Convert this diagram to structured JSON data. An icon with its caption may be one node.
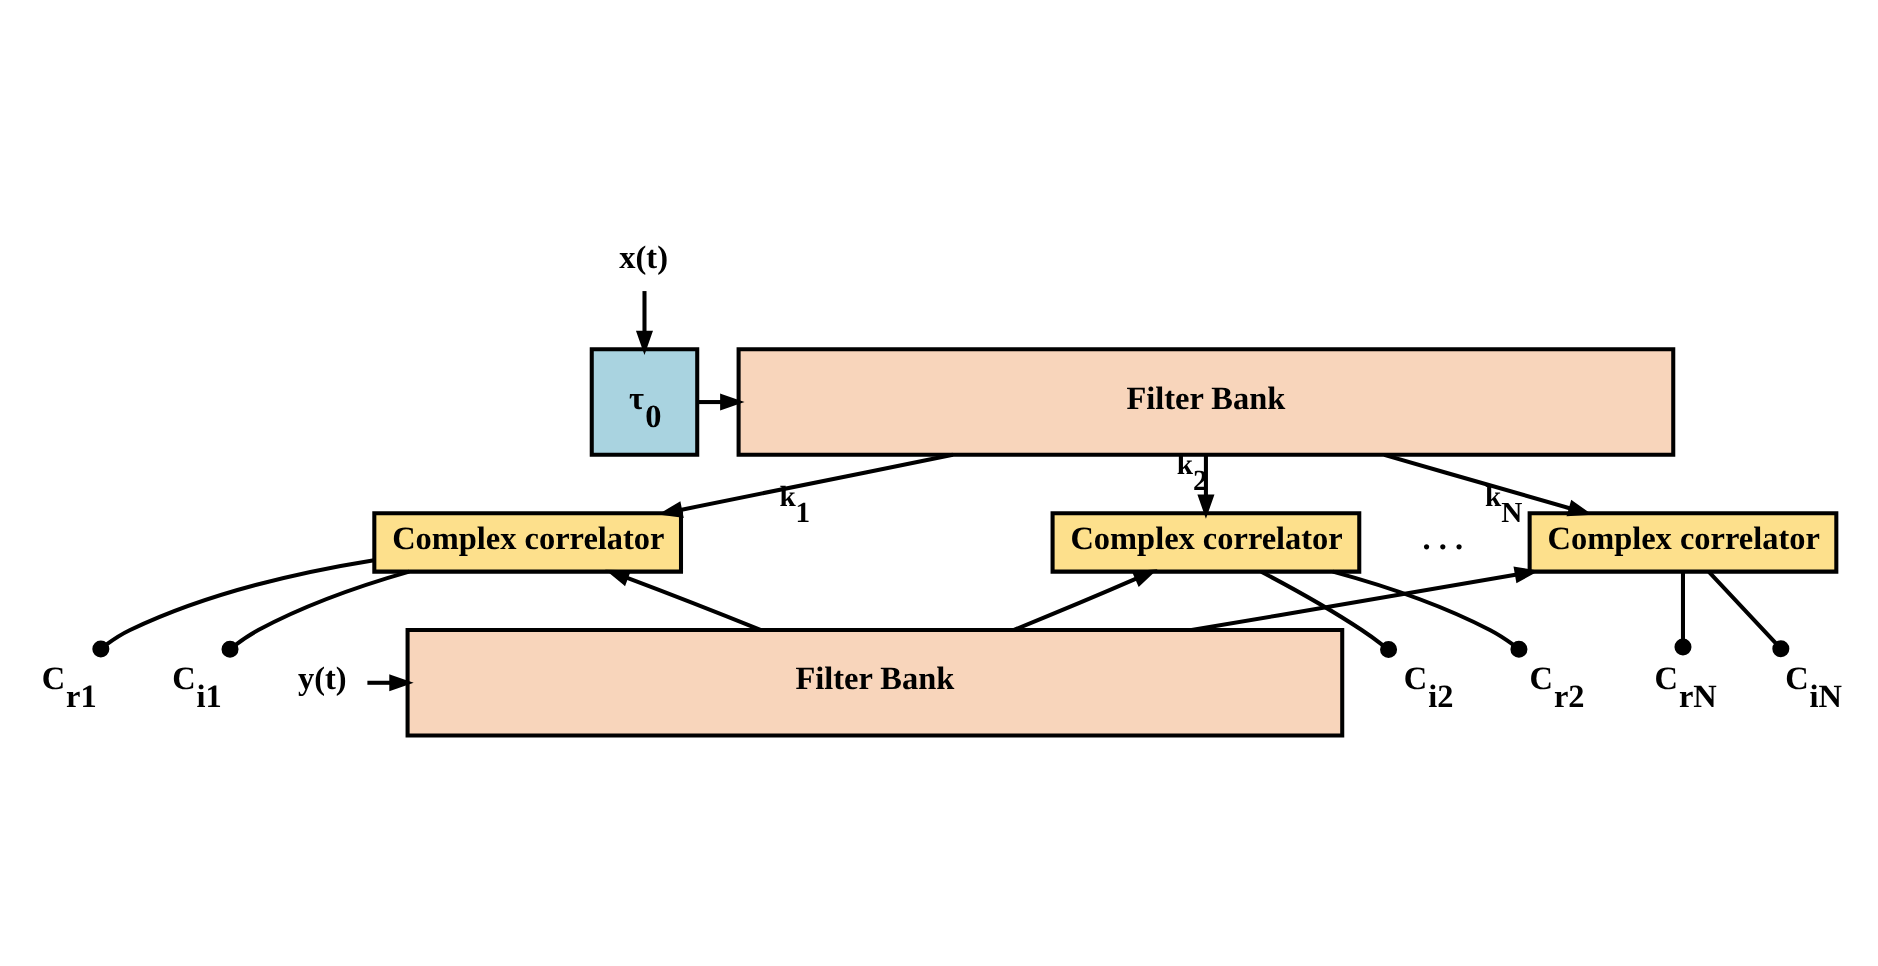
{
  "diagram": {
    "nodes": [
      {
        "text": [
          "x(t)"
        ]
      },
      {
        "text": [
          "τ$_{0}$"
        ]
      },
      {
        "text": [
          "Filter Bank"
        ]
      },
      {
        "text": [
          "Complex correlator"
        ]
      },
      {
        "text": [
          "Complex correlator"
        ]
      },
      {
        "text": [
          "Complex correlator"
        ]
      },
      {
        "text": [
          "Filter Bank"
        ]
      },
      {
        "text": [
          "y(t)"
        ]
      },
      {
        "text": [
          "C$_{r1}$"
        ]
      },
      {
        "text": [
          "C$_{i1}$"
        ]
      },
      {
        "text": [
          "C$_{r2}$"
        ]
      },
      {
        "text": [
          "C$_{i2}$"
        ]
      },
      {
        "text": [
          "C$_{rN}$"
        ]
      },
      {
        "text": [
          "C$_{iN}$"
        ]
      }
    ],
    "edges": [
      {
        "from": 0,
        "to": 1,
        "arrow": "to"
      },
      {
        "from": 1,
        "to": 2,
        "arrow": "to"
      },
      {
        "from": 2,
        "to": 3,
        "arrow": "to",
        "label": "k$_{1}$"
      },
      {
        "from": 2,
        "to": 4,
        "arrow": "to",
        "label": "k$_{2}$"
      },
      {
        "from": 2,
        "to": 5,
        "arrow": "to",
        "label": "k$_{N}$"
      },
      {
        "from": 6,
        "to": 3,
        "arrow": "to"
      },
      {
        "from": 6,
        "to": 4,
        "arrow": "to"
      },
      {
        "from": 6,
        "to": 5,
        "arrow": "to"
      },
      {
        "from": 7,
        "to": 6,
        "arrow": "to"
      },
      {
        "from": 3,
        "to": 8,
        "arrow": "other"
      },
      {
        "from": 3,
        "to": 9,
        "arrow": "other"
      },
      {
        "from": 4,
        "to": 10,
        "arrow": "other"
      },
      {
        "from": 4,
        "to": 11,
        "arrow": "other"
      },
      {
        "from": 5,
        "to": 12,
        "arrow": "other"
      },
      {
        "from": 5,
        "to": 13,
        "arrow": "other"
      }
    ],
    "labels": [
      ". . ."
    ]
  }
}
